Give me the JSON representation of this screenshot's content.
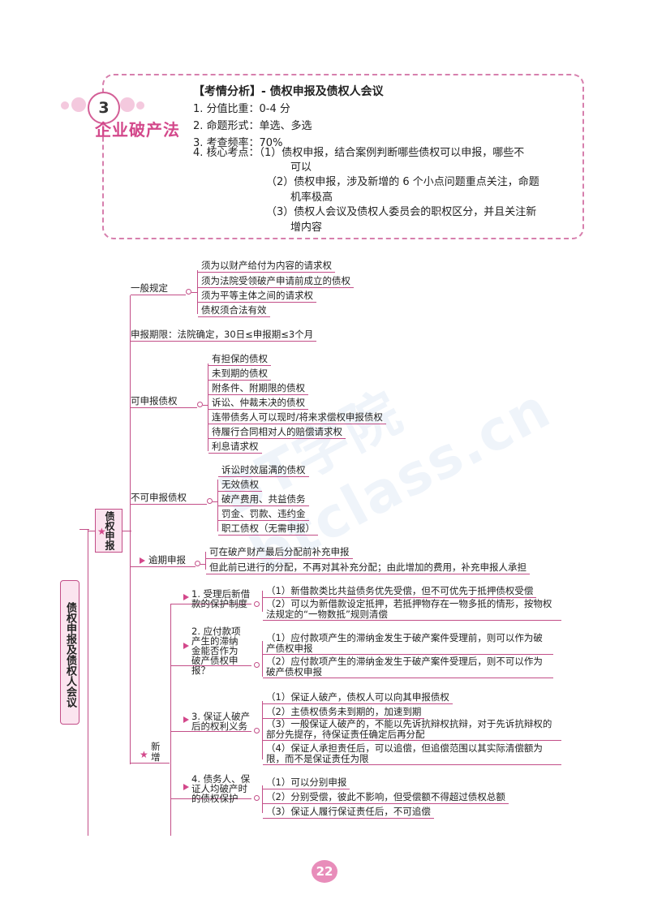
{
  "header": {
    "section_number": "3",
    "section_title": "企业破产法",
    "analysis_title": "【考情分析】- 债权申报及债权人会议",
    "lines": [
      "1. 分值比重：0-4 分",
      "2. 命题形式：单选、多选",
      "3. 考查频率：70%",
      "4. 核心考点：（1）债权申报，结合案例判断哪些债权可以申报，哪些不"
    ],
    "point1_cont": "可以",
    "point2": "（2）债权申报，涉及新增的 6 个小点问题重点关注，命题",
    "point2_cont": "机率极高",
    "point3": "（3）债权人会议及债权人委员会的职权区分，并且关注新",
    "point3_cont": "增内容"
  },
  "mindmap": {
    "root": "债权申报及债权人会议",
    "claim": "债权申报",
    "general": {
      "label": "一般规定",
      "items": [
        "须为以财产给付为内容的请求权",
        "须为法院受领破产申请前成立的债权",
        "须为平等主体之间的请求权",
        "债权须合法有效"
      ]
    },
    "deadline": "申报期限：法院确定，30日≤申报期≤3个月",
    "allowed": {
      "label": "可申报债权",
      "items": [
        "有担保的债权",
        "未到期的债权",
        "附条件、附期限的债权",
        "诉讼、仲裁未决的债权",
        "连带债务人可以现时/将来求偿权申报债权",
        "待履行合同相对人的赔偿请求权",
        "利息请求权"
      ]
    },
    "not_allowed": {
      "label": "不可申报债权",
      "items": [
        "诉讼时效届满的债权",
        "无效债权",
        "破产费用、共益债务",
        "罚金、罚款、违约金",
        "职工债权（无需申报）"
      ]
    },
    "overdue": {
      "label": "逾期申报",
      "items": [
        "可在破产财产最后分配前补充申报",
        "但此前已进行的分配，不再对其补充分配；由此增加的费用，补充申报人承担"
      ]
    },
    "new": {
      "label": "新增",
      "groups": [
        {
          "label": "1. 受理后新借款的保护制度",
          "items": [
            "（1）新借款类比共益债务优先受偿，但不可优先于抵押债权受偿",
            "（2）可以为新借款设定抵押，若抵押物存在一物多抵的情形，按物权法规定的“一物数抵”规则清偿"
          ]
        },
        {
          "label": "2. 应付款项产生的滞纳金能否作为破产债权申报？",
          "items": [
            "（1）应付款项产生的滞纳金发生于破产案件受理前，则可以作为破产债权申报",
            "（2）应付款项产生的滞纳金发生于破产案件受理后，则不可以作为破产债权申报"
          ]
        },
        {
          "label": "3. 保证人破产后的权利义务",
          "items": [
            "（1）保证人破产，债权人可以向其申报债权",
            "（2）主债权债务未到期的，加速到期",
            "（3）一般保证人破产的，不能以先诉抗辩权抗辩，对于先诉抗辩权的部分先提存，待保证责任确定后再分配",
            "（4）保证人承担责任后，可以追偿，但追偿范围以其实际清偿额为限，而不是保证责任为限"
          ]
        },
        {
          "label": "4. 债务人、保证人均破产时的债权保护",
          "items": [
            "（1）可以分别申报",
            "（2）分别受偿，彼此不影响，但受偿额不得超过债权总额",
            "（3）保证人履行保证责任后，不可追偿"
          ]
        }
      ]
    }
  },
  "page_number": "22",
  "colors": {
    "accent": "#c34e88",
    "title": "#d3488b",
    "node_fill": "#fbe4ef"
  }
}
